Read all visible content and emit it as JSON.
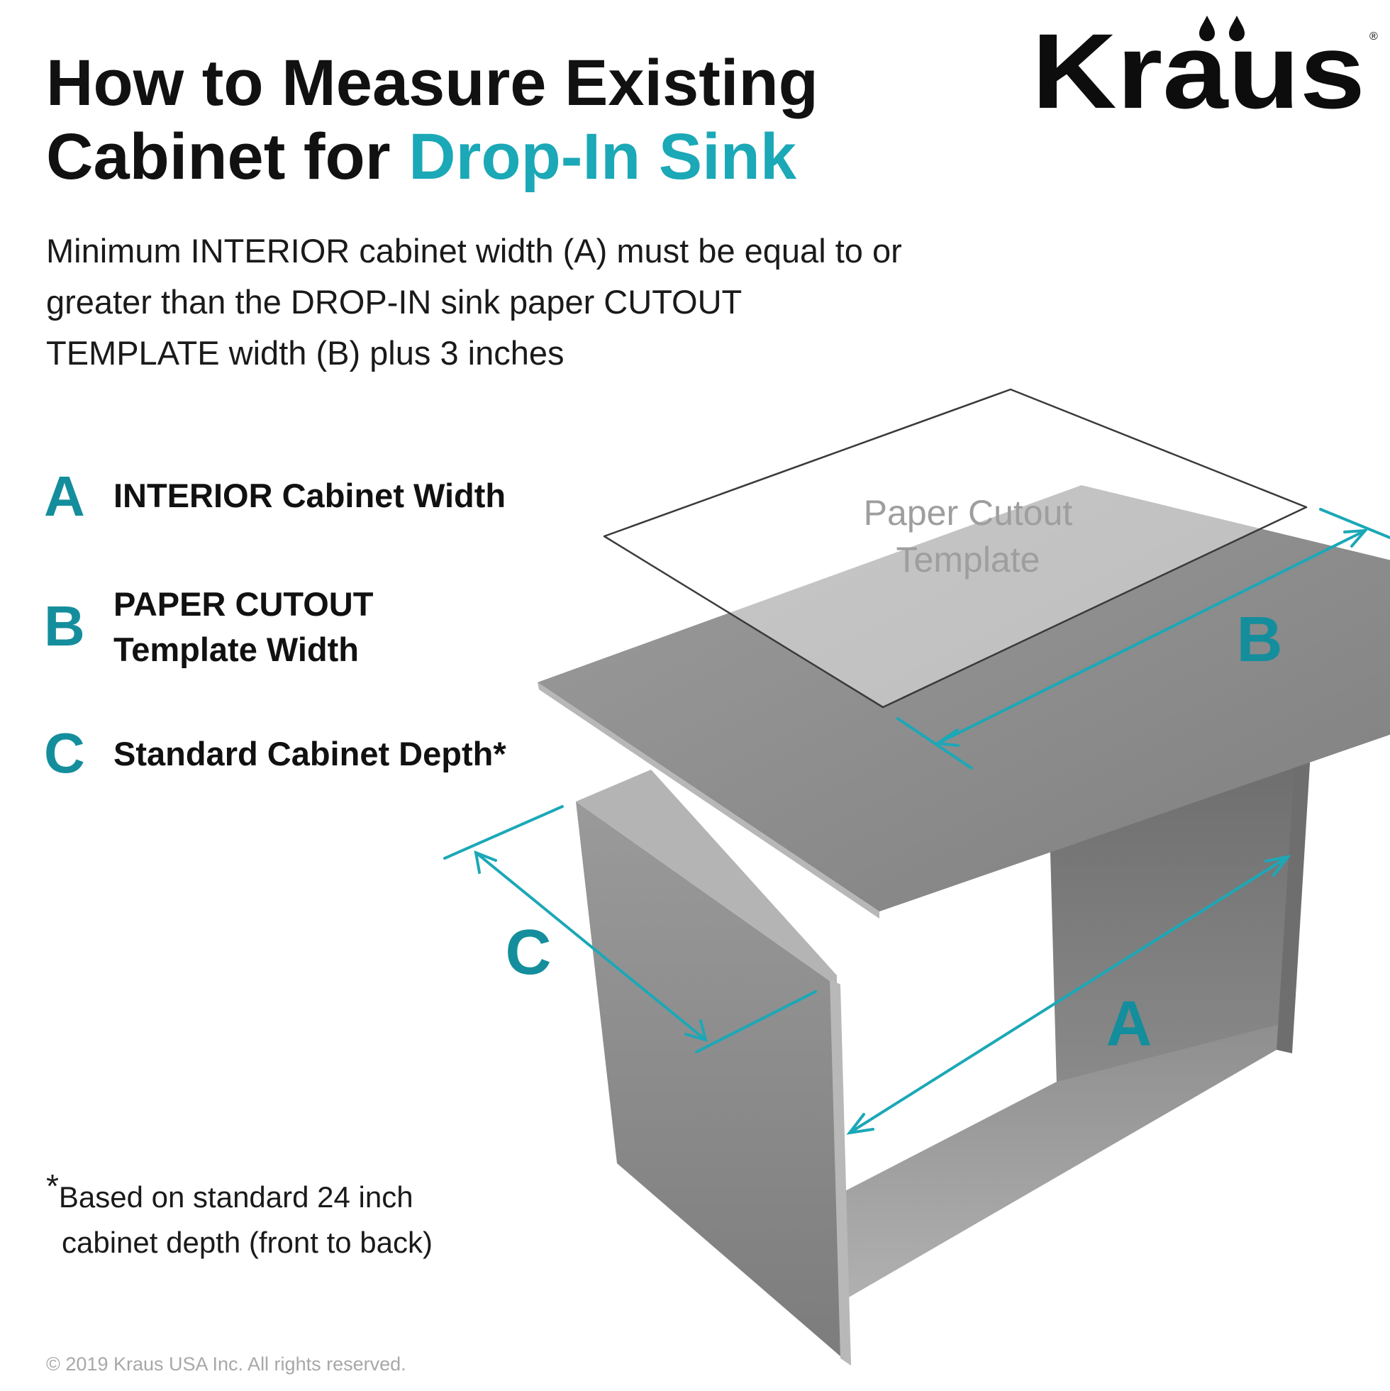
{
  "brand": {
    "name": "Kraus",
    "mark": "®"
  },
  "title": {
    "line1": "How to Measure Existing",
    "line2_prefix": "Cabinet for ",
    "line2_highlight": "Drop-In Sink"
  },
  "intro": "Minimum INTERIOR cabinet width (A) must be equal to or greater than the DROP-IN sink paper CUTOUT TEMPLATE width (B) plus 3 inches",
  "legend": [
    {
      "letter": "A",
      "line1": "INTERIOR Cabinet Width",
      "line2": ""
    },
    {
      "letter": "B",
      "line1": "PAPER CUTOUT",
      "line2": "Template Width"
    },
    {
      "letter": "C",
      "line1": "Standard Cabinet Depth*",
      "line2": ""
    }
  ],
  "diagram": {
    "template_label_line1": "Paper Cutout",
    "template_label_line2": "Template",
    "dimension_labels": {
      "a": "A",
      "b": "B",
      "c": "C"
    }
  },
  "footnote": {
    "asterisk": "*",
    "line1": "Based on standard 24 inch",
    "line2": "cabinet depth (front to back)"
  },
  "copyright": "© 2019 Kraus USA Inc. All rights reserved.",
  "colors": {
    "accent": "#1ba8b7",
    "accent_dark": "#148e9c",
    "text": "#111111",
    "cabinet": "#8a8a8a",
    "muted": "#a8a8a8"
  }
}
